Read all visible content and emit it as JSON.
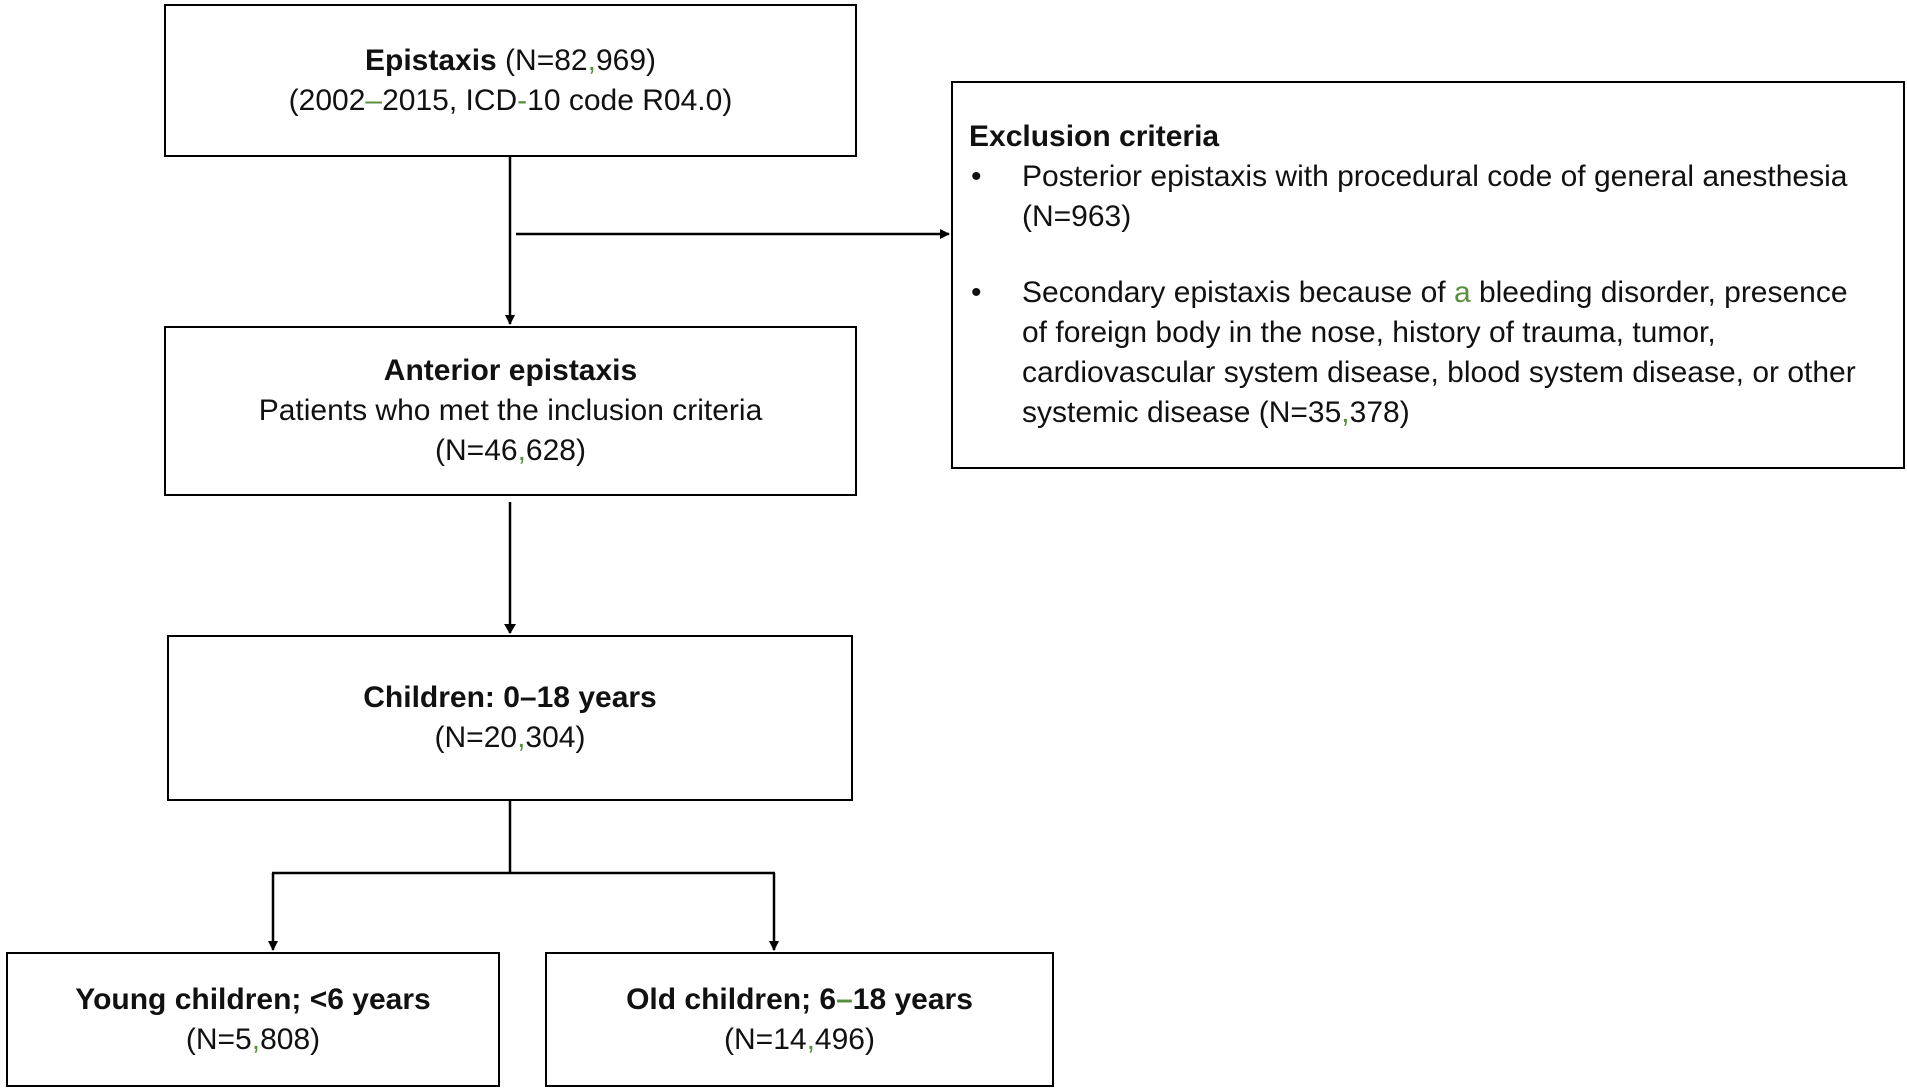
{
  "epistaxis": {
    "title": "Epistaxis",
    "count_a": " (N=82",
    "count_b": ",",
    "count_c": "969)",
    "period_a": "(2002",
    "period_b": "–",
    "period_c": "2015, ICD",
    "period_d": "-",
    "period_e": "10 code R04.0)"
  },
  "exclusion": {
    "title": "Exclusion criteria",
    "bullet": "•",
    "item1": "Posterior epistaxis with procedural code of general anesthesia (N=963)",
    "item2_a": "Secondary epistaxis because of ",
    "item2_b": "a",
    "item2_c": " bleeding disorder, presence of foreign body in the nose, history of trauma, tumor, cardiovascular system disease, blood system disease, or other systemic disease (N=35",
    "item2_d": ",",
    "item2_e": "378)"
  },
  "anterior": {
    "title": "Anterior epistaxis",
    "subtitle": "Patients who met the inclusion criteria",
    "count_a": "(N=46",
    "count_b": ",",
    "count_c": "628)"
  },
  "children": {
    "title": "Children: 0–18 years",
    "count_a": "(N=20",
    "count_b": ",",
    "count_c": "304)"
  },
  "young": {
    "title": "Young children; <6 years",
    "count_a": "(N=5",
    "count_b": ",",
    "count_c": "808)"
  },
  "old": {
    "title_a": "Old children; 6",
    "title_b": "–",
    "title_c": "18 years",
    "count_a": "(N=14",
    "count_b": ",",
    "count_c": "496)"
  },
  "colors": {
    "line": "#000000",
    "accent": "#5a8f3c"
  }
}
